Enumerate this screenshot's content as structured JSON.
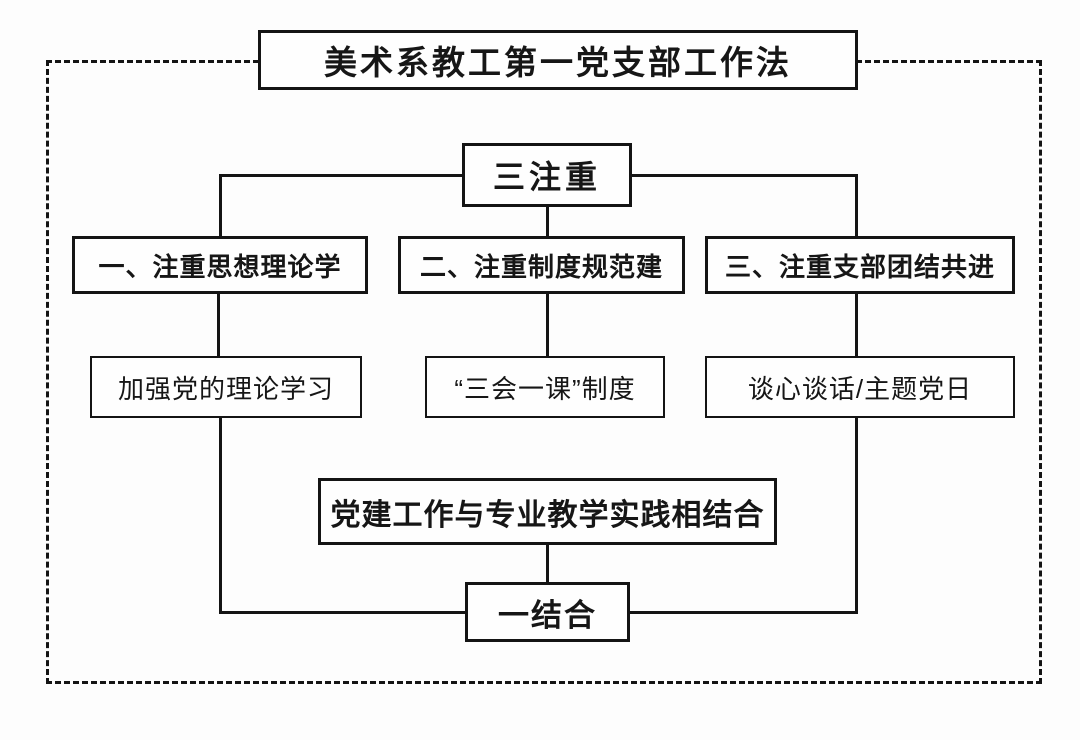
{
  "diagram": {
    "title": "美术系教工第一党支部工作法",
    "top_summary": {
      "label": "三注重"
    },
    "categories": [
      {
        "label": "一、注重思想理论学",
        "measure": "加强党的理论学习"
      },
      {
        "label": "二、注重制度规范建",
        "measure": "“三会一课”制度"
      },
      {
        "label": "三、注重支部团结共进",
        "measure": "谈心谈话/主题党日"
      }
    ],
    "integration": {
      "label": "党建工作与专业教学实践相结合"
    },
    "bottom_summary": {
      "label": "一结合"
    },
    "colors": {
      "line": "#141414",
      "box_background": "#fefefe",
      "page_background": "#fdfdfd"
    }
  }
}
